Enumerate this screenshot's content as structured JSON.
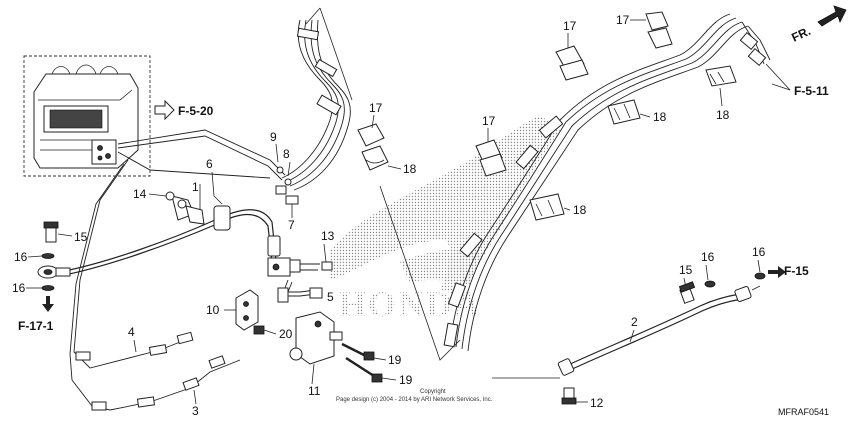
{
  "labels": {
    "p1": "1",
    "p2": "2",
    "p3": "3",
    "p4": "4",
    "p5": "5",
    "p6": "6",
    "p7": "7",
    "p8": "8",
    "p9": "9",
    "p10": "10",
    "p11": "11",
    "p12": "12",
    "p13": "13",
    "p14": "14",
    "p15a": "15",
    "p15b": "15",
    "p16a": "16",
    "p16b": "16",
    "p16c": "16",
    "p16d": "16",
    "p17a": "17",
    "p17b": "17",
    "p17c": "17",
    "p17d": "17",
    "p18a": "18",
    "p18b": "18",
    "p18c": "18",
    "p18d": "18",
    "p19a": "19",
    "p19b": "19",
    "p20": "20"
  },
  "refs": {
    "f520": "F-5-20",
    "f511": "F-5-11",
    "f15": "F-15",
    "f171": "F-17-1",
    "fr": "FR."
  },
  "watermark": "HONDA",
  "copyright_line1": "Copyright",
  "copyright_line2": "Page design (c) 2004 - 2014 by ARI Network Services, Inc.",
  "diagram_code": "MFRAF0541",
  "colors": {
    "ink": "#222222",
    "watermark": "#9a9a9a"
  }
}
